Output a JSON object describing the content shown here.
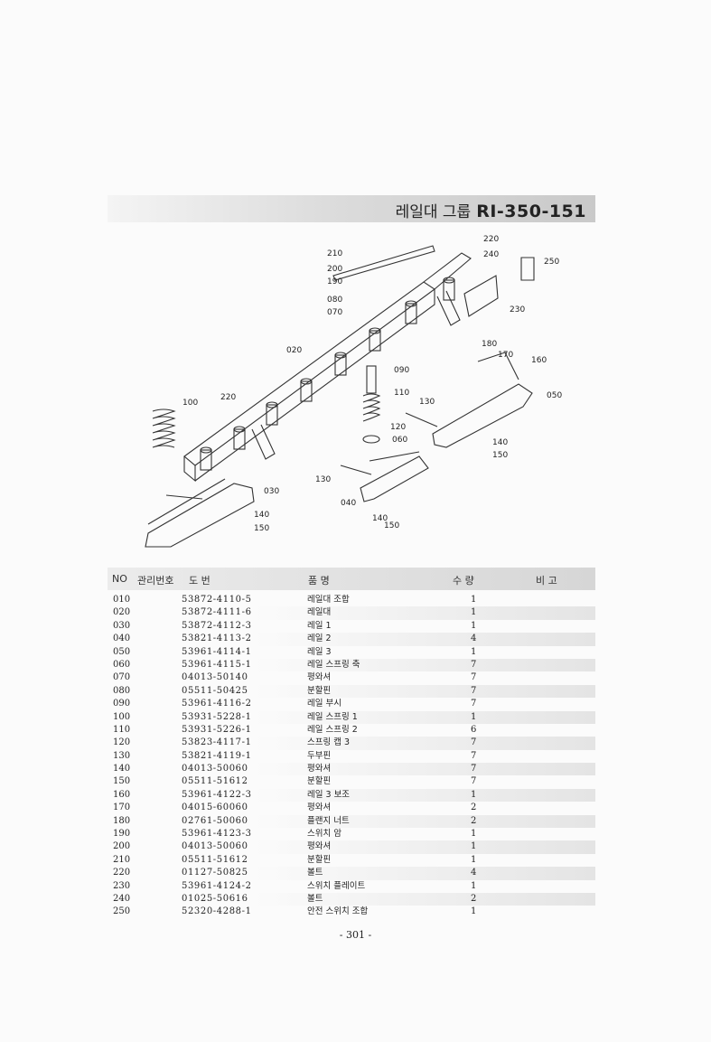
{
  "title": {
    "group": "레일대 그룹",
    "code": "RI-350-151"
  },
  "diagram": {
    "callouts": [
      "210",
      "200",
      "190",
      "080",
      "070",
      "020",
      "100",
      "220",
      "090",
      "110",
      "130",
      "120",
      "060",
      "130",
      "030",
      "140",
      "150",
      "040",
      "140",
      "150",
      "220",
      "240",
      "250",
      "230",
      "180",
      "170",
      "160",
      "050",
      "140",
      "150"
    ]
  },
  "table": {
    "headers": {
      "no": "NO",
      "mgmt": "관리번호",
      "drawing": "도   번",
      "name": "품         명",
      "qty": "수   량",
      "note": "비  고"
    },
    "rows": [
      {
        "no": "010",
        "drawing": "53872-4110-5",
        "name": "레일대 조합",
        "qty": "1"
      },
      {
        "no": "020",
        "drawing": "53872-4111-6",
        "name": "레일대",
        "qty": "1"
      },
      {
        "no": "030",
        "drawing": "53872-4112-3",
        "name": "레일 1",
        "qty": "1"
      },
      {
        "no": "040",
        "drawing": "53821-4113-2",
        "name": "레일 2",
        "qty": "4"
      },
      {
        "no": "050",
        "drawing": "53961-4114-1",
        "name": "레일 3",
        "qty": "1"
      },
      {
        "no": "060",
        "drawing": "53961-4115-1",
        "name": "레일 스프링 축",
        "qty": "7"
      },
      {
        "no": "070",
        "drawing": "04013-50140",
        "name": "평와셔",
        "qty": "7"
      },
      {
        "no": "080",
        "drawing": "05511-50425",
        "name": "분할핀",
        "qty": "7"
      },
      {
        "no": "090",
        "drawing": "53961-4116-2",
        "name": "레일 부시",
        "qty": "7"
      },
      {
        "no": "100",
        "drawing": "53931-5228-1",
        "name": "레일 스프링 1",
        "qty": "1"
      },
      {
        "no": "110",
        "drawing": "53931-5226-1",
        "name": "레일 스프링 2",
        "qty": "6"
      },
      {
        "no": "120",
        "drawing": "53823-4117-1",
        "name": "스프링 캡 3",
        "qty": "7"
      },
      {
        "no": "130",
        "drawing": "53821-4119-1",
        "name": "두부핀",
        "qty": "7"
      },
      {
        "no": "140",
        "drawing": "04013-50060",
        "name": "평와셔",
        "qty": "7"
      },
      {
        "no": "150",
        "drawing": "05511-51612",
        "name": "분할핀",
        "qty": "7"
      },
      {
        "no": "160",
        "drawing": "53961-4122-3",
        "name": "레일 3 보조",
        "qty": "1"
      },
      {
        "no": "170",
        "drawing": "04015-60060",
        "name": "평와셔",
        "qty": "2"
      },
      {
        "no": "180",
        "drawing": "02761-50060",
        "name": "플랜지 너트",
        "qty": "2"
      },
      {
        "no": "190",
        "drawing": "53961-4123-3",
        "name": "스위치 암",
        "qty": "1"
      },
      {
        "no": "200",
        "drawing": "04013-50060",
        "name": "평와셔",
        "qty": "1"
      },
      {
        "no": "210",
        "drawing": "05511-51612",
        "name": "분할핀",
        "qty": "1"
      },
      {
        "no": "220",
        "drawing": "01127-50825",
        "name": "볼트",
        "qty": "4"
      },
      {
        "no": "230",
        "drawing": "53961-4124-2",
        "name": "스위치 플레이트",
        "qty": "1"
      },
      {
        "no": "240",
        "drawing": "01025-50616",
        "name": "볼트",
        "qty": "2"
      },
      {
        "no": "250",
        "drawing": "52320-4288-1",
        "name": "안전 스위치 조합",
        "qty": "1"
      }
    ]
  },
  "page_number": "- 301 -"
}
